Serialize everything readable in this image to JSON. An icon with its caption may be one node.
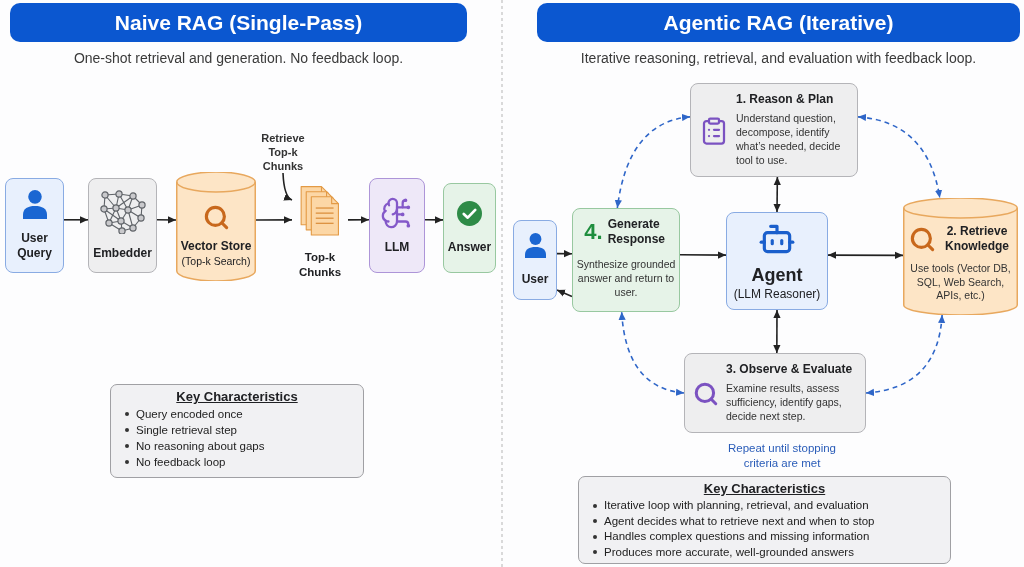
{
  "diagram": {
    "nodes": [
      {
        "text": [
          "Naive RAG (Single-Pass)"
        ],
        "beside": [
          "One-shot retrieval and generation. No feedback loop."
        ]
      },
      {
        "text": [
          "User Query"
        ]
      },
      {
        "text": [
          "Embedder"
        ]
      },
      {
        "text": [
          "Vector Store",
          "(Top-k Search)"
        ]
      },
      {
        "text": [
          "Retrieve Top-k Chunks"
        ]
      },
      {
        "text": [
          "Top-k Chunks"
        ]
      },
      {
        "text": [
          "LLM"
        ]
      },
      {
        "text": [
          "Answer"
        ]
      },
      {
        "text": [
          "Key Characteristics",
          "Query encoded once",
          "Single retrieval step",
          "No reasoning about gaps",
          "No feedback loop"
        ]
      },
      {
        "text": [
          "Agentic RAG (Iterative)"
        ],
        "beside": [
          "Iterative reasoning, retrieval, and evaluation with feedback loop."
        ]
      },
      {
        "text": [
          "1. Reason & Plan",
          "Understand question, decompose, identify what’s needed, decide tool to use."
        ]
      },
      {
        "text": [
          "User"
        ]
      },
      {
        "text": [
          "4.",
          "Generate Response",
          "Synthesize grounded answer and return to user."
        ]
      },
      {
        "text": [
          "Agent",
          "(LLM Reasoner)"
        ]
      },
      {
        "text": [
          "2. Retrieve Knowledge",
          "Use tools (Vector DB, SQL, Web Search, APIs, etc.)"
        ]
      },
      {
        "text": [
          "3. Observe & Evaluate",
          "Examine results, assess sufficiency, identify gaps, decide next step."
        ]
      },
      {
        "text": [
          "Key Characteristics",
          "Iterative loop with planning, retrieval, and evaluation",
          "Agent decides what to retrieve next and when to stop",
          "Handles complex questions and missing information",
          "Produces more accurate, well-grounded answers"
        ]
      }
    ],
    "edges": [
      {
        "from": 1,
        "to": 2,
        "arrow": "to"
      },
      {
        "from": 2,
        "to": 3,
        "arrow": "to"
      },
      {
        "from": 3,
        "to": 5,
        "arrow": "to"
      },
      {
        "from": 4,
        "to": 5,
        "arrow": "to"
      },
      {
        "from": 5,
        "to": 6,
        "arrow": "to"
      },
      {
        "from": 6,
        "to": 7,
        "arrow": "to"
      },
      {
        "from": 11,
        "to": 12,
        "arrow": "to"
      },
      {
        "from": 12,
        "to": 11,
        "arrow": "to"
      },
      {
        "from": 12,
        "to": 13,
        "arrow": "to"
      },
      {
        "from": 13,
        "to": 10,
        "arrow": "both"
      },
      {
        "from": 13,
        "to": 14,
        "arrow": "both"
      },
      {
        "from": 13,
        "to": 15,
        "arrow": "both"
      },
      {
        "from": 10,
        "to": 12,
        "arrow": "both",
        "style": "dashed",
        "color": "#2f66c8"
      },
      {
        "from": 10,
        "to": 14,
        "arrow": "both",
        "style": "dashed",
        "color": "#2f66c8"
      },
      {
        "from": 15,
        "to": 12,
        "arrow": "both",
        "style": "dashed",
        "color": "#2f66c8"
      },
      {
        "from": 15,
        "to": 14,
        "arrow": "both",
        "style": "dashed",
        "color": "#2f66c8"
      }
    ],
    "labels": [
      "Repeat until stopping criteria are met"
    ]
  }
}
